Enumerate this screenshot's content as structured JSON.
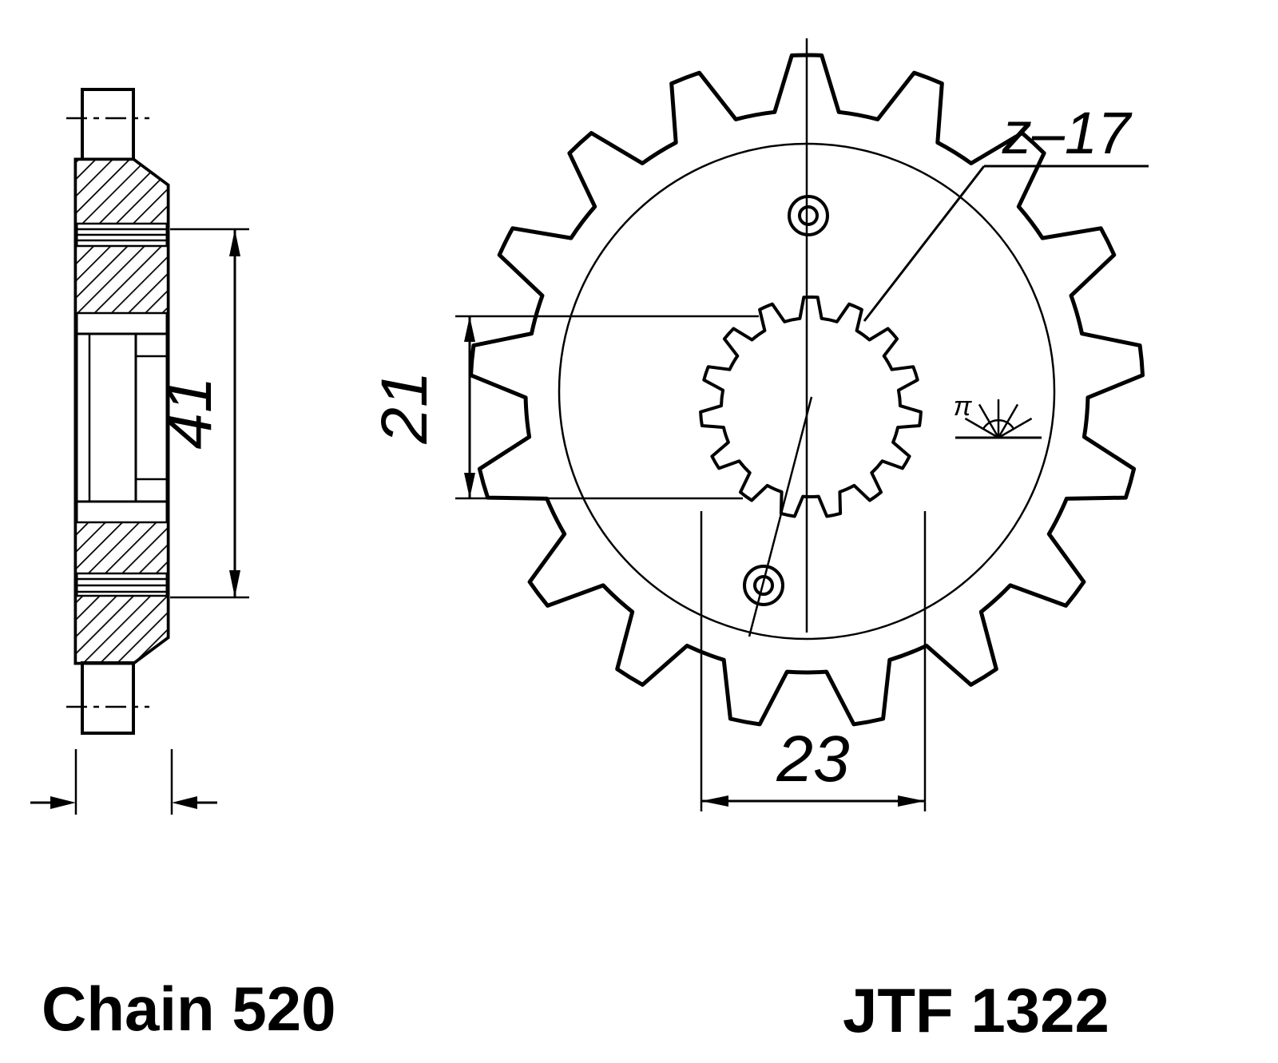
{
  "labels": {
    "chain": "Chain 520",
    "part_number": "JTF 1322"
  },
  "dimensions": {
    "hub_width": "41",
    "bore_height": "21",
    "spline_width": "23",
    "teeth_count": "z–17"
  },
  "symbols": {
    "roughness_glyph": "π"
  }
}
